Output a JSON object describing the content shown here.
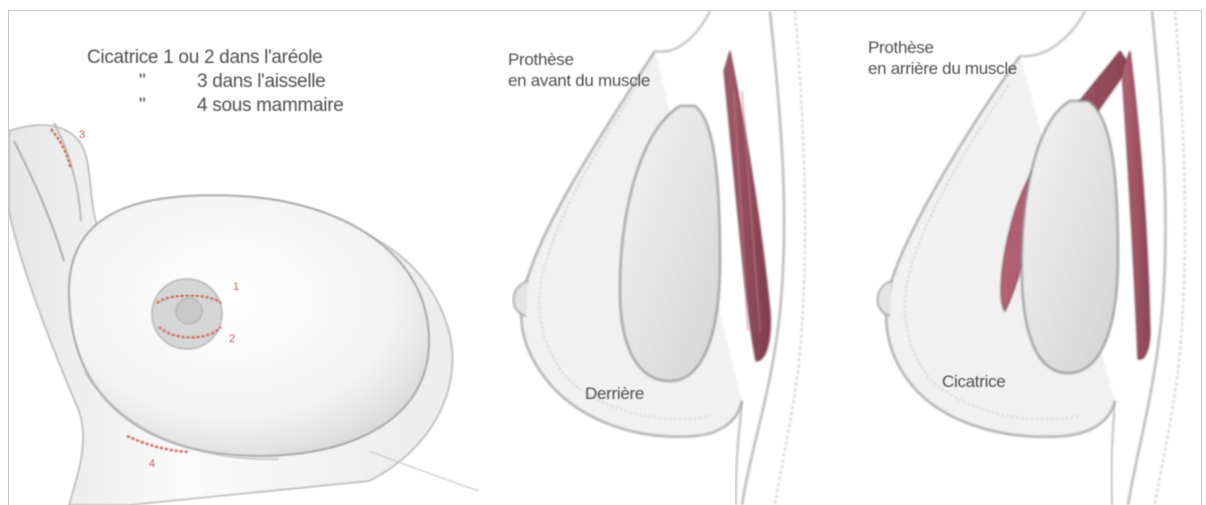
{
  "legend": {
    "line1": "Cicatrice 1 ou 2 dans l'aréole",
    "line2_bullet": "\"",
    "line2": "3 dans l'aisselle",
    "line3_bullet": "\"",
    "line3": "4 sous mammaire"
  },
  "incision_numbers": {
    "n3": "3",
    "n1": "1",
    "n2": "2",
    "n4": "4"
  },
  "panel2": {
    "title_line1": "Prothèse",
    "title_line2": "en avant du muscle",
    "zone_label": "Derrière"
  },
  "panel3": {
    "title_line1": "Prothèse",
    "title_line2": "en arrière du muscle",
    "zone_label": "Cicatrice"
  },
  "colors": {
    "skin_outline": "#9a9a9a",
    "implant_fill": "#e2e2e2",
    "muscle": "#a8586a",
    "incision": "#c9614f",
    "text": "#505050"
  }
}
